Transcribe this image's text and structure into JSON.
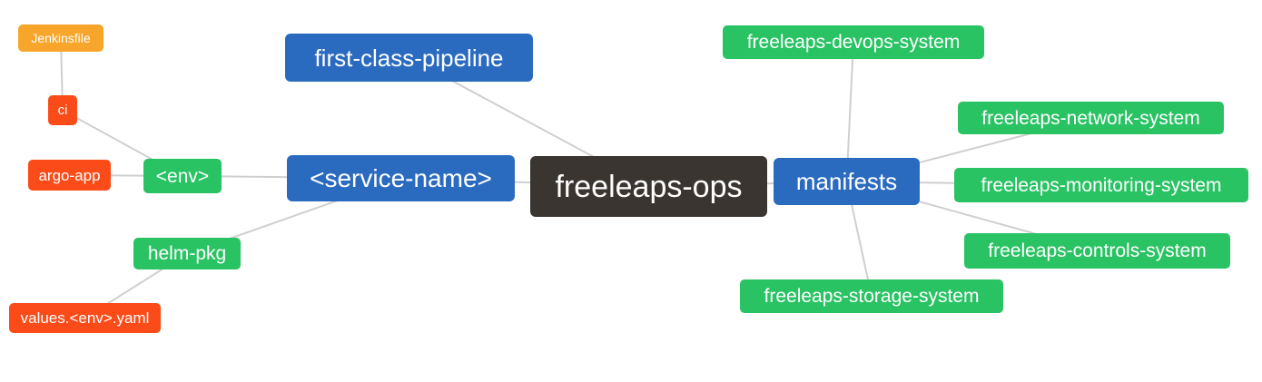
{
  "diagram": {
    "type": "mindmap",
    "root": "freeleaps-ops",
    "colors": {
      "blue": "#2A6BC0",
      "green": "#2AC364",
      "orange": "#F7A62B",
      "red": "#FA4B19",
      "dark": "#3B3531",
      "edge": "#CFCFCF",
      "background": "#FFFFFF"
    },
    "nodes": [
      {
        "id": "jenkinsfile",
        "label": "Jenkinsfile",
        "color": "orange"
      },
      {
        "id": "ci",
        "label": "ci",
        "color": "red"
      },
      {
        "id": "argo-app",
        "label": "argo-app",
        "color": "red"
      },
      {
        "id": "env",
        "label": "<env>",
        "color": "green"
      },
      {
        "id": "helm-pkg",
        "label": "helm-pkg",
        "color": "green"
      },
      {
        "id": "values-env-yaml",
        "label": "values.<env>.yaml",
        "color": "red"
      },
      {
        "id": "first-class-pipeline",
        "label": "first-class-pipeline",
        "color": "blue"
      },
      {
        "id": "service-name",
        "label": "<service-name>",
        "color": "blue"
      },
      {
        "id": "freeleaps-ops",
        "label": "freeleaps-ops",
        "color": "dark"
      },
      {
        "id": "manifests",
        "label": "manifests",
        "color": "blue"
      },
      {
        "id": "freeleaps-devops-system",
        "label": "freeleaps-devops-system",
        "color": "green"
      },
      {
        "id": "freeleaps-network-system",
        "label": "freeleaps-network-system",
        "color": "green"
      },
      {
        "id": "freeleaps-monitoring-system",
        "label": "freeleaps-monitoring-system",
        "color": "green"
      },
      {
        "id": "freeleaps-controls-system",
        "label": "freeleaps-controls-system",
        "color": "green"
      },
      {
        "id": "freeleaps-storage-system",
        "label": "freeleaps-storage-system",
        "color": "green"
      }
    ],
    "edges": [
      {
        "from": "jenkinsfile",
        "to": "ci"
      },
      {
        "from": "ci",
        "to": "env"
      },
      {
        "from": "argo-app",
        "to": "env"
      },
      {
        "from": "env",
        "to": "service-name"
      },
      {
        "from": "helm-pkg",
        "to": "service-name"
      },
      {
        "from": "values-env-yaml",
        "to": "helm-pkg"
      },
      {
        "from": "first-class-pipeline",
        "to": "freeleaps-ops"
      },
      {
        "from": "service-name",
        "to": "freeleaps-ops"
      },
      {
        "from": "freeleaps-ops",
        "to": "manifests"
      },
      {
        "from": "manifests",
        "to": "freeleaps-devops-system"
      },
      {
        "from": "manifests",
        "to": "freeleaps-network-system"
      },
      {
        "from": "manifests",
        "to": "freeleaps-monitoring-system"
      },
      {
        "from": "manifests",
        "to": "freeleaps-controls-system"
      },
      {
        "from": "manifests",
        "to": "freeleaps-storage-system"
      }
    ]
  }
}
